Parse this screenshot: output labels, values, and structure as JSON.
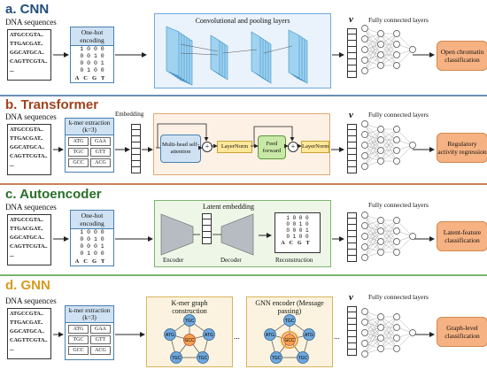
{
  "sections": {
    "cnn": {
      "title": "a. CNN",
      "color": "#1f4e79"
    },
    "transformer": {
      "title": "b. Transformer",
      "color": "#a0421c"
    },
    "autoencoder": {
      "title": "c.  Autoencoder",
      "color": "#2a6f2a"
    },
    "gnn": {
      "title": "d. GNN",
      "color": "#d99a1f"
    }
  },
  "dna_label": "DNA sequences",
  "sequences": [
    "ATGCCGTA..",
    "TTGACGAT..",
    "GGCATGCA..",
    "CAGTTCGTA..",
    "..."
  ],
  "onehot": {
    "title": "One-hot encoding",
    "matrix": "1 0 0 0\n0 0 1 0\n0 0 0 1\n0 1 0 0",
    "cols": "ACGT"
  },
  "kmer": {
    "title": "k-mer extraction (k=3)",
    "cells": [
      "ATG",
      "GAA",
      "TGC",
      "GTT",
      "GCC",
      "ACG",
      "..."
    ]
  },
  "v_symbol": "v",
  "fc_label": "Fully connected layers",
  "cnn_panel_title": "Convolutional and pooling layers",
  "embedding_label": "Embedding",
  "transformer_blocks": {
    "mhsa": "Multi-head self-attention",
    "layernorm": "LayerNorm",
    "ff": "Feed forward",
    "plus": "+"
  },
  "autoencoder": {
    "latent": "Latent embedding",
    "encoder": "Encoder",
    "decoder": "Decoder",
    "reconstruction": "Reconstruction"
  },
  "gnn": {
    "graph_title": "K-mer graph construction",
    "encoder_title": "GNN encoder (Message passing)",
    "nodes": [
      "TGC",
      "ATG",
      "GCC",
      "ATG",
      "TGC",
      "TGC"
    ],
    "ellipsis": "..."
  },
  "outputs": {
    "cnn": "Open chromatin classification",
    "transformer": "Regulatory activity regression",
    "autoencoder": "Latent-feature classification",
    "gnn": "Graph-level classification"
  },
  "colors": {
    "accent_blue": "#cfe2f3",
    "output_orange": "#f6b283",
    "cnn_panel": "#eaf3fb",
    "tr_panel": "#fdf1e6",
    "ae_panel": "#eef6e8",
    "gnn_panel": "#fbf3df",
    "node_blue": "#6fa8dc",
    "node_orange": "#f6a04d"
  }
}
